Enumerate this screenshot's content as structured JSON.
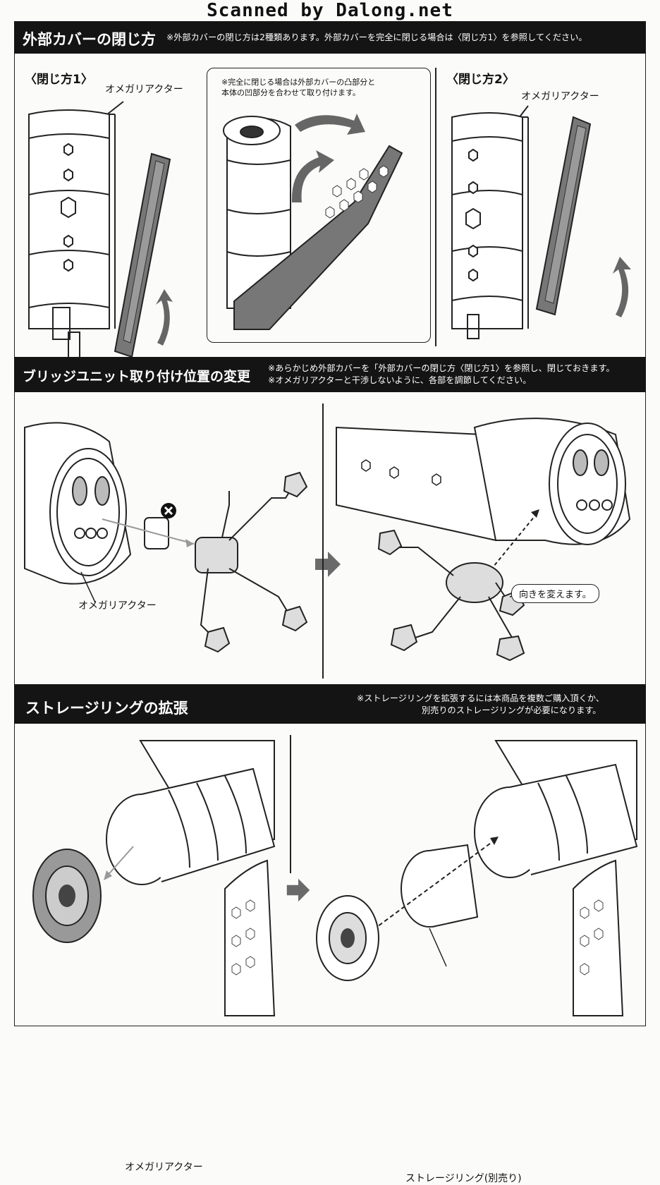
{
  "watermark": "Scanned by Dalong.net",
  "sections": [
    {
      "title": "外部カバーの閉じ方",
      "note_lines": [
        "※外部カバーの閉じ方は2種類あります。外部カバーを完全に閉じる場合は〈閉じ方1〉を参照してください。"
      ],
      "method1": {
        "heading": "〈閉じ方1〉",
        "part_label": "オメガリアクター"
      },
      "detail_note_lines": [
        "※完全に閉じる場合は外部カバーの凸部分と",
        "本体の凹部分を合わせて取り付けます。"
      ],
      "method2": {
        "heading": "〈閉じ方2〉",
        "part_label": "オメガリアクター"
      }
    },
    {
      "title": "ブリッジユニット取り付け位置の変更",
      "note_lines": [
        "※あらかじめ外部カバーを「外部カバーの閉じ方〈閉じ方1〉を参照し、閉じておきます。",
        "※オメガリアクターと干渉しないように、各部を調節してください。"
      ],
      "part_label": "オメガリアクター",
      "callout": "向きを変えます。"
    },
    {
      "title": "ストレージリングの拡張",
      "note_lines": [
        "※ストレージリングを拡張するには本商品を複数ご購入頂くか、",
        "別売りのストレージリングが必要になります。"
      ],
      "left_label": "オメガリアクター",
      "right_label": "ストレージリング(別売り)"
    }
  ],
  "colors": {
    "band": "#141414",
    "panel_bg": "#fbfbfa",
    "line": "#222222",
    "arrow": "#6a6a6a"
  },
  "icons": [
    "remove-x-icon",
    "curved-arrow-icon",
    "step-arrow-icon"
  ]
}
